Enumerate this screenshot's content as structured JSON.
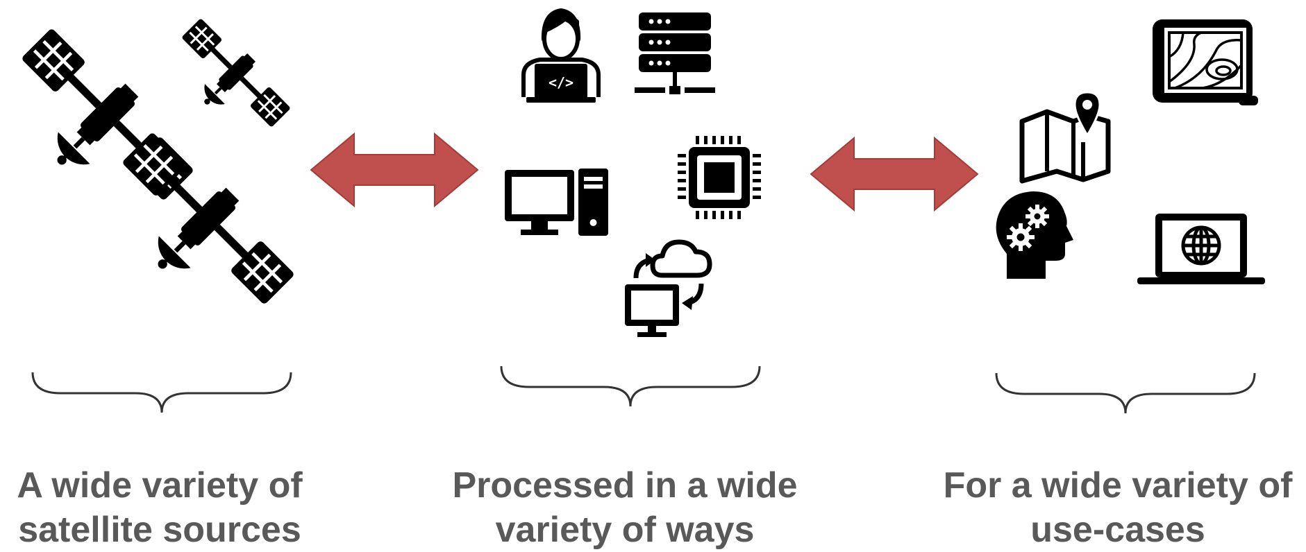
{
  "colors": {
    "icon": "#000000",
    "arrow_fill": "#c0504d",
    "arrow_stroke": "#a33b38",
    "brace": "#333333",
    "caption_text": "#595959",
    "background": "#ffffff"
  },
  "groups": [
    {
      "id": "satellite-sources",
      "icons": [
        "satellite-icon",
        "satellite-icon",
        "satellite-icon"
      ],
      "caption_lines": [
        "A wide variety of",
        "satellite sources"
      ]
    },
    {
      "id": "processing",
      "icons": [
        "developer-laptop-icon",
        "server-rack-icon",
        "desktop-computer-icon",
        "cpu-chip-icon",
        "cloud-sync-computer-icon"
      ],
      "caption_lines": [
        "Processed in a wide",
        "variety of ways"
      ]
    },
    {
      "id": "use-cases",
      "icons": [
        "blueprint-map-icon",
        "map-location-pin-icon",
        "brain-gears-icon",
        "laptop-globe-icon"
      ],
      "caption_lines": [
        "For a wide variety of",
        "use-cases"
      ]
    }
  ],
  "connectors": [
    "double-arrow-icon",
    "double-arrow-icon"
  ]
}
